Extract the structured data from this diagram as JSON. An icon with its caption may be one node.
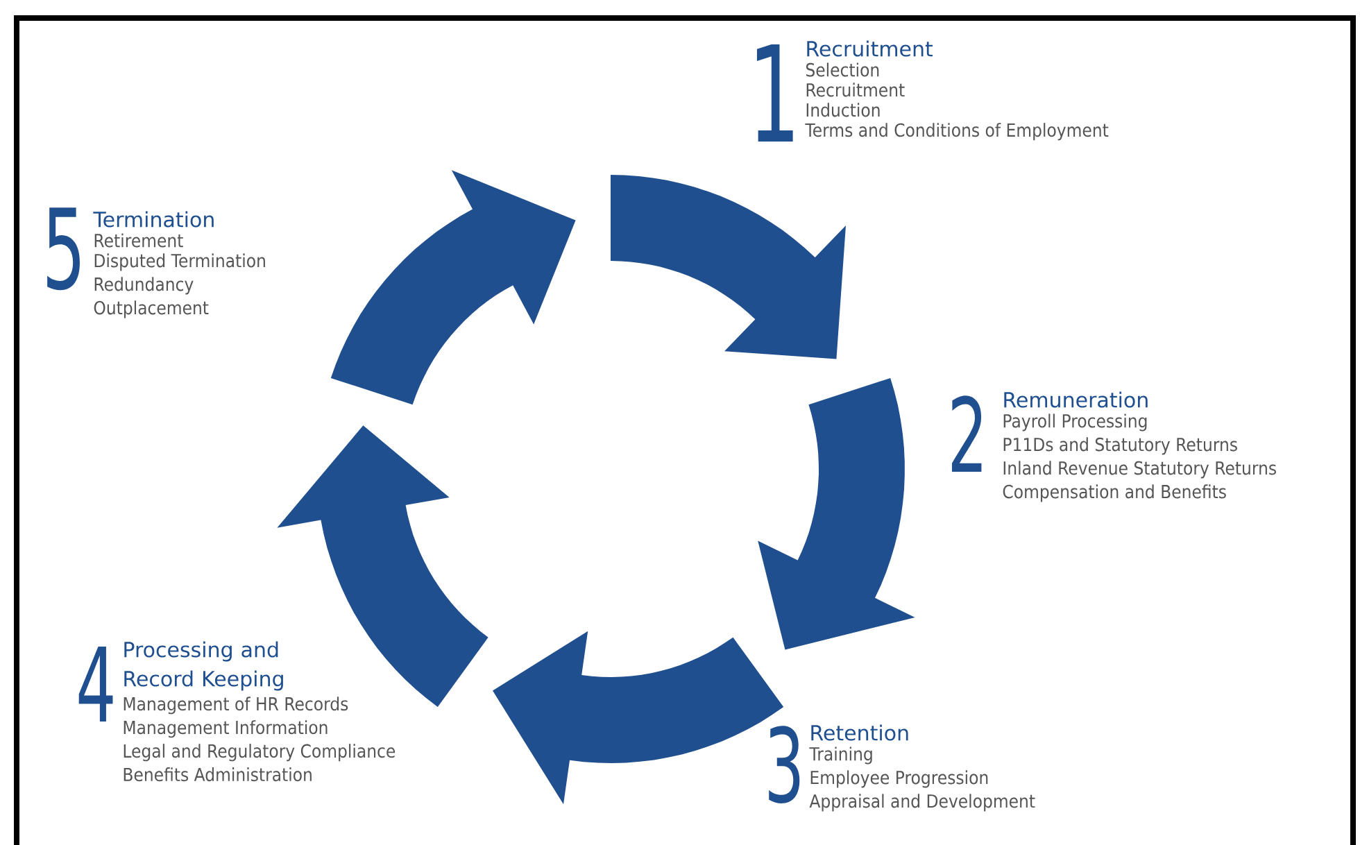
{
  "diagram": {
    "labels": [
      "1",
      "Recruitment",
      "Selection",
      "Recruitment",
      "Induction",
      "Terms and Conditions of Employment",
      "5",
      "Termination",
      "Retirement",
      "Disputed Termination",
      "Redundancy",
      "Outplacement",
      "2",
      "Remuneration",
      "Payroll Processing",
      "P11Ds and Statutory Returns",
      "Inland Revenue Statutory Returns",
      "Compensation and Benefits",
      "4",
      "Processing and Record Keeping",
      "Management of HR Records",
      "Management Information",
      "Legal and Regulatory Compliance",
      "Benefits Administration",
      "3",
      "Retention",
      "Training",
      "Employee Progression",
      "Appraisal and Development"
    ]
  }
}
